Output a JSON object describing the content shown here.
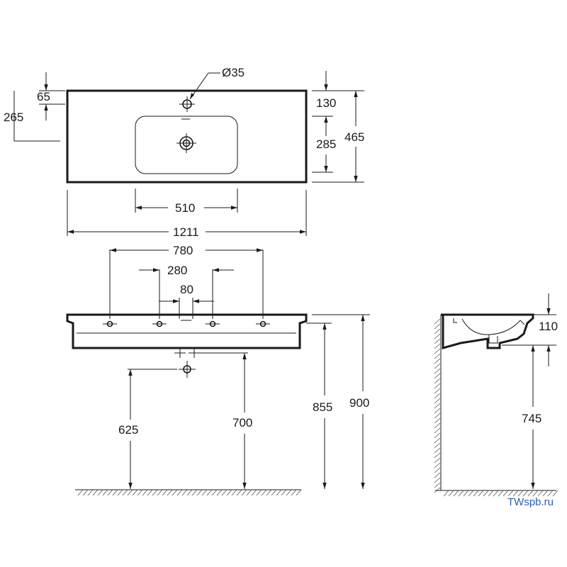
{
  "top_view": {
    "hole_diameter": "Ø35",
    "dim_65": "65",
    "dim_265": "265",
    "dim_130": "130",
    "dim_285": "285",
    "dim_465": "465",
    "dim_510": "510",
    "dim_1211": "1211"
  },
  "front_view": {
    "dim_780": "780",
    "dim_280": "280",
    "dim_80": "80",
    "dim_625": "625",
    "dim_700": "700",
    "dim_855": "855",
    "dim_900": "900"
  },
  "side_view": {
    "dim_110": "110",
    "dim_745": "745"
  },
  "watermark": "TWspb.ru",
  "colors": {
    "line": "#1a1a1a",
    "watermark": "#2a5db0"
  }
}
